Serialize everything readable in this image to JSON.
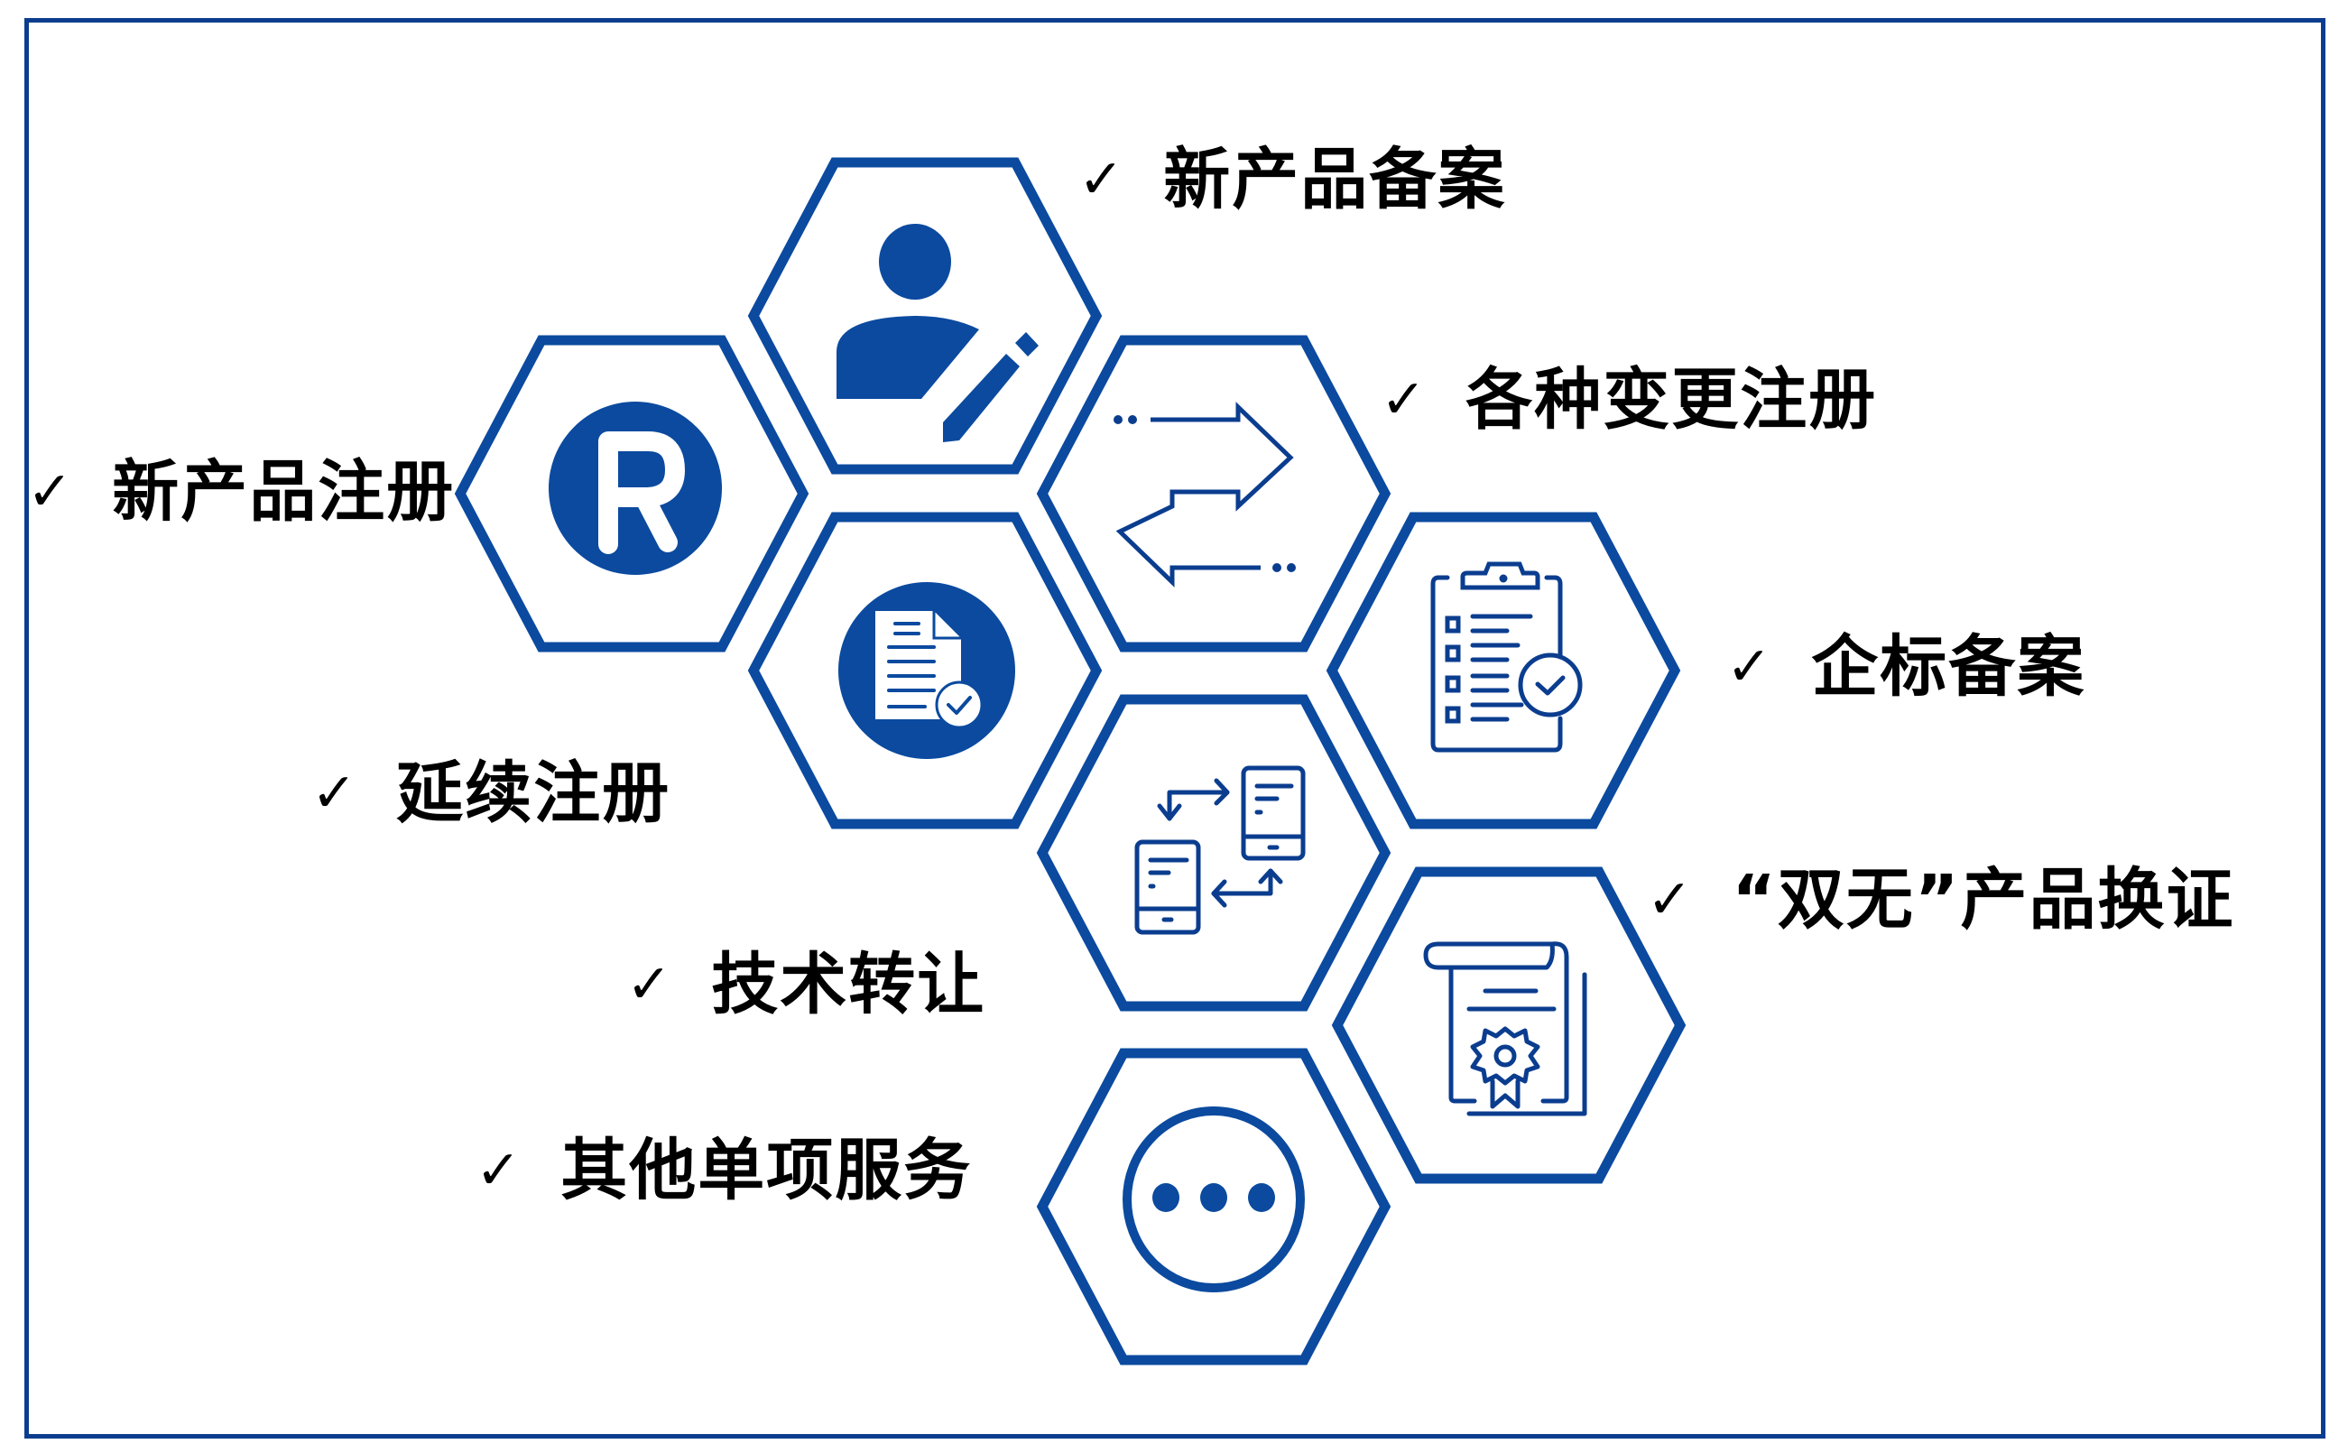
{
  "colors": {
    "accent": "#0b4a9f",
    "frame": "#0b3d8f",
    "text": "#000000",
    "background": "#ffffff"
  },
  "check_glyph": "✓",
  "hexagons": [
    {
      "id": "new-product-filing",
      "icon": "user-edit-icon"
    },
    {
      "id": "new-product-registration",
      "icon": "registered-r-icon",
      "icon_text": "R"
    },
    {
      "id": "change-registration",
      "icon": "swap-arrows-icon"
    },
    {
      "id": "renewal-registration",
      "icon": "document-check-icon"
    },
    {
      "id": "standard-filing",
      "icon": "clipboard-checklist-icon"
    },
    {
      "id": "technology-transfer",
      "icon": "device-transfer-icon"
    },
    {
      "id": "certificate-replacement",
      "icon": "certificate-icon"
    },
    {
      "id": "other-services",
      "icon": "more-dots-icon"
    }
  ],
  "labels": {
    "new_product_filing": "新产品备案",
    "change_registration": "各种变更注册",
    "new_product_registration": "新产品注册",
    "standard_filing": "企标备案",
    "renewal_registration": "延续注册",
    "certificate_replacement": "“双无”产品换证",
    "technology_transfer": "技术转让",
    "other_services": "其他单项服务"
  }
}
